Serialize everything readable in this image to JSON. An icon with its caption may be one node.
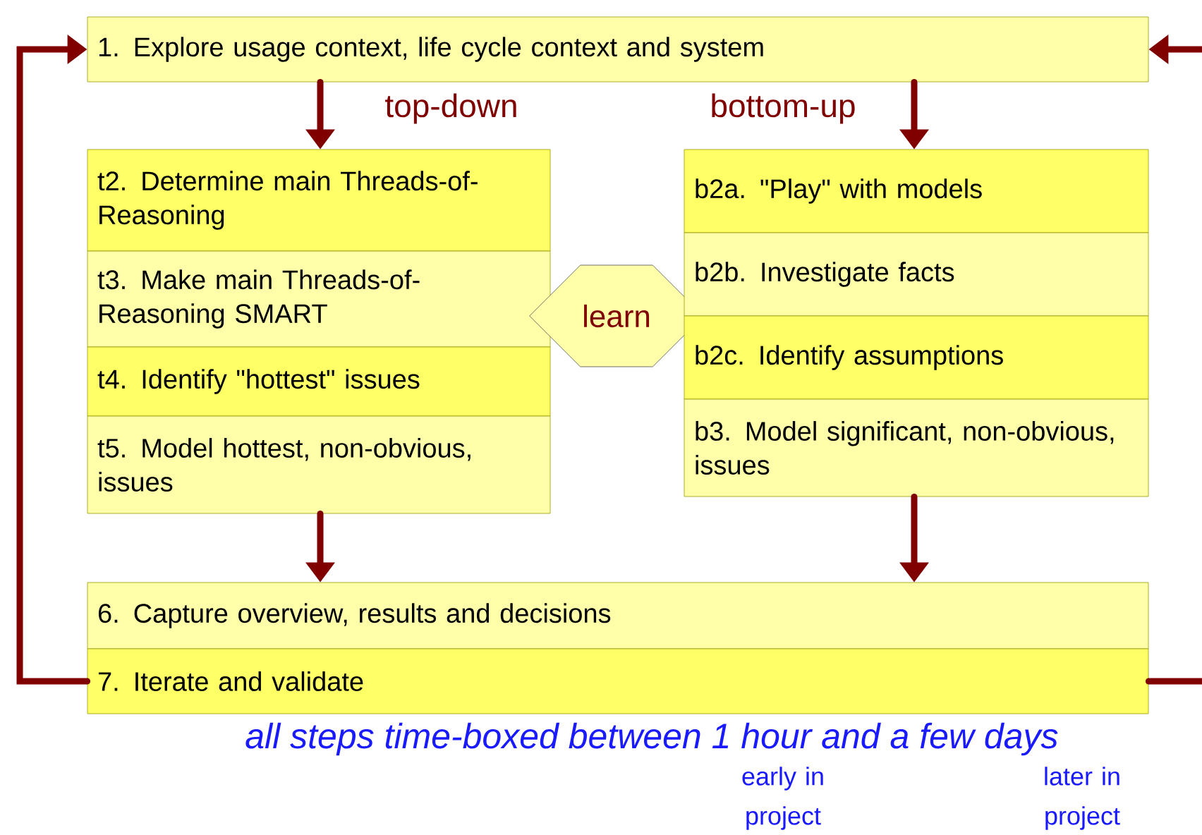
{
  "diagram": {
    "nodes": [
      {
        "text": [
          "1. Explore usage context, life cycle context and system"
        ]
      },
      {
        "text": [
          "t2. Determine main Threads-of-Reasoning"
        ]
      },
      {
        "text": [
          "t3. Make main Threads-of-Reasoning SMART"
        ]
      },
      {
        "text": [
          "t4. Identify \"hottest\" issues"
        ]
      },
      {
        "text": [
          "t5. Model hottest, non-obvious, issues"
        ]
      },
      {
        "text": [
          "learn"
        ]
      },
      {
        "text": [
          "b2a. \"Play\" with models"
        ]
      },
      {
        "text": [
          "b2b. Investigate facts"
        ]
      },
      {
        "text": [
          "b2c. Identify assumptions"
        ]
      },
      {
        "text": [
          "b3. Model significant, non-obvious, issues"
        ]
      },
      {
        "text": [
          "6. Capture overview, results and decisions"
        ]
      },
      {
        "text": [
          "7. Iterate and validate"
        ]
      }
    ],
    "edges": [
      {
        "from": 0,
        "to": 1,
        "arrow": "to",
        "label": "top-down"
      },
      {
        "from": 0,
        "to": 6,
        "arrow": "to",
        "label": "bottom-up"
      },
      {
        "from": 4,
        "to": 10,
        "arrow": "to"
      },
      {
        "from": 9,
        "to": 10,
        "arrow": "to"
      },
      {
        "from": 11,
        "to": 0,
        "arrow": "to"
      },
      {
        "from": 11,
        "to": null,
        "arrow": "none"
      },
      {
        "from": null,
        "to": 0,
        "arrow": "to"
      }
    ],
    "labels": [
      "all steps time-boxed between 1 hour and a few days",
      "early in project",
      "later in project"
    ]
  }
}
